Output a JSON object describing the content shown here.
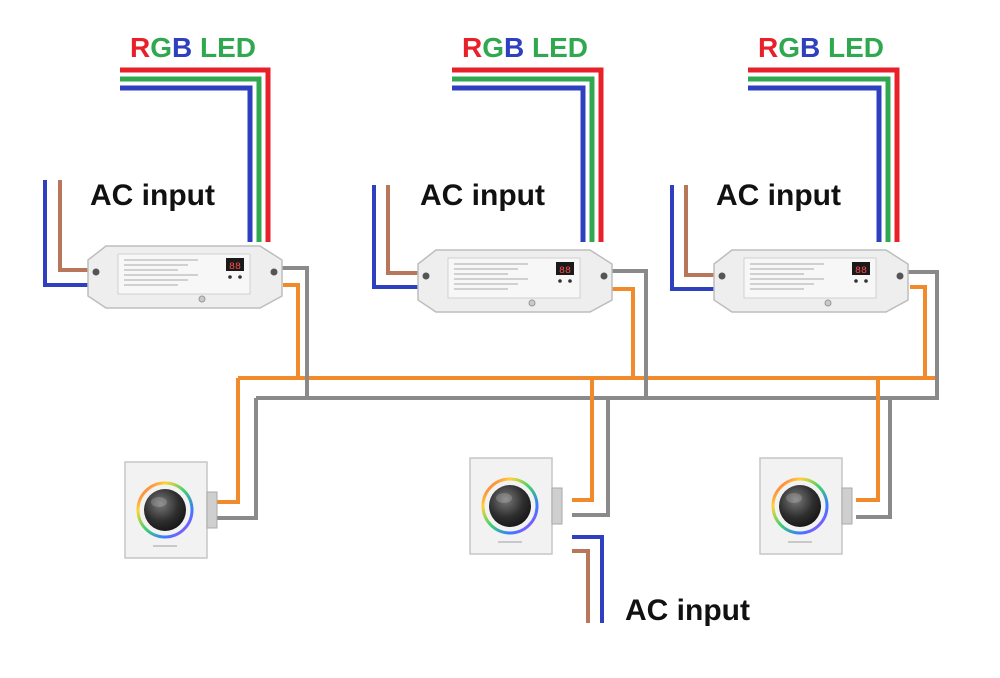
{
  "colors": {
    "red": "#e8202a",
    "green": "#2fa84f",
    "blue": "#2e3fbf",
    "ac_brown": "#b8775a",
    "ac_blue": "#2e3fbf",
    "bus_orange": "#f08a2a",
    "bus_gray": "#8a8a8a",
    "driver_body": "#eeeeee",
    "panel_body": "#f2f2f2"
  },
  "rgb_led_label": {
    "r": "R",
    "g": "G",
    "b": "B",
    "led": " LED"
  },
  "ac_input_label": "AC input",
  "receivers": [
    {
      "id": "receiver-1",
      "display": "88"
    },
    {
      "id": "receiver-2",
      "display": "88"
    },
    {
      "id": "receiver-3",
      "display": "88"
    }
  ],
  "panels": [
    {
      "id": "dimmer-panel-1",
      "icon": "rotary-knob-icon"
    },
    {
      "id": "dimmer-panel-2",
      "icon": "rotary-knob-icon"
    },
    {
      "id": "dimmer-panel-3",
      "icon": "rotary-knob-icon"
    }
  ]
}
